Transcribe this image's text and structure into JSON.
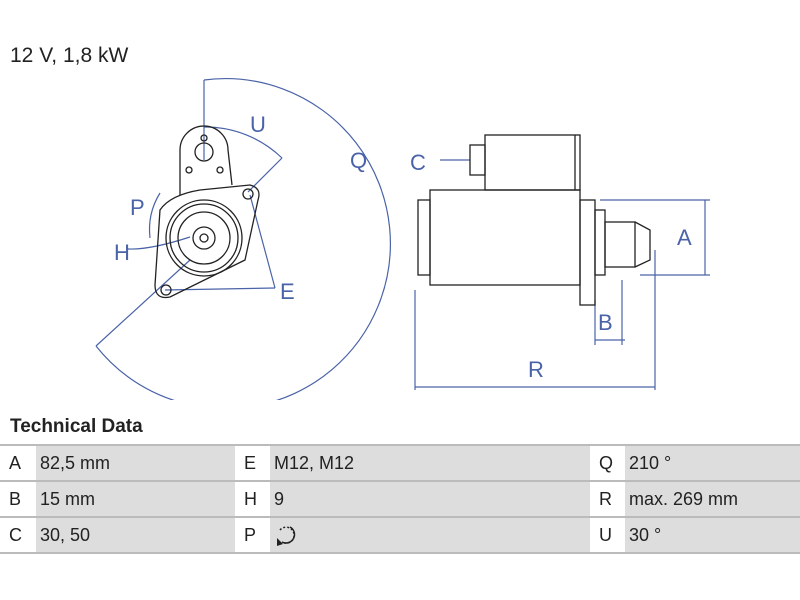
{
  "title": "12 V, 1,8 kW",
  "diagram_labels": {
    "U": "U",
    "Q": "Q",
    "P": "P",
    "H": "H",
    "E": "E",
    "C": "C",
    "A": "A",
    "B": "B",
    "R": "R"
  },
  "technical_data": {
    "heading": "Technical Data",
    "rows": [
      [
        {
          "key": "A",
          "value": "82,5 mm"
        },
        {
          "key": "E",
          "value": "M12, M12"
        },
        {
          "key": "Q",
          "value": "210 °"
        }
      ],
      [
        {
          "key": "B",
          "value": "15 mm"
        },
        {
          "key": "H",
          "value": "9"
        },
        {
          "key": "R",
          "value": "max. 269 mm"
        }
      ],
      [
        {
          "key": "C",
          "value": "30, 50"
        },
        {
          "key": "P",
          "value": "",
          "icon": "rotation-direction-icon"
        },
        {
          "key": "U",
          "value": "30 °"
        }
      ]
    ]
  },
  "colors": {
    "dimension": "#4a63a8",
    "drawing": "#222222",
    "row_bg": "#dddddd"
  }
}
